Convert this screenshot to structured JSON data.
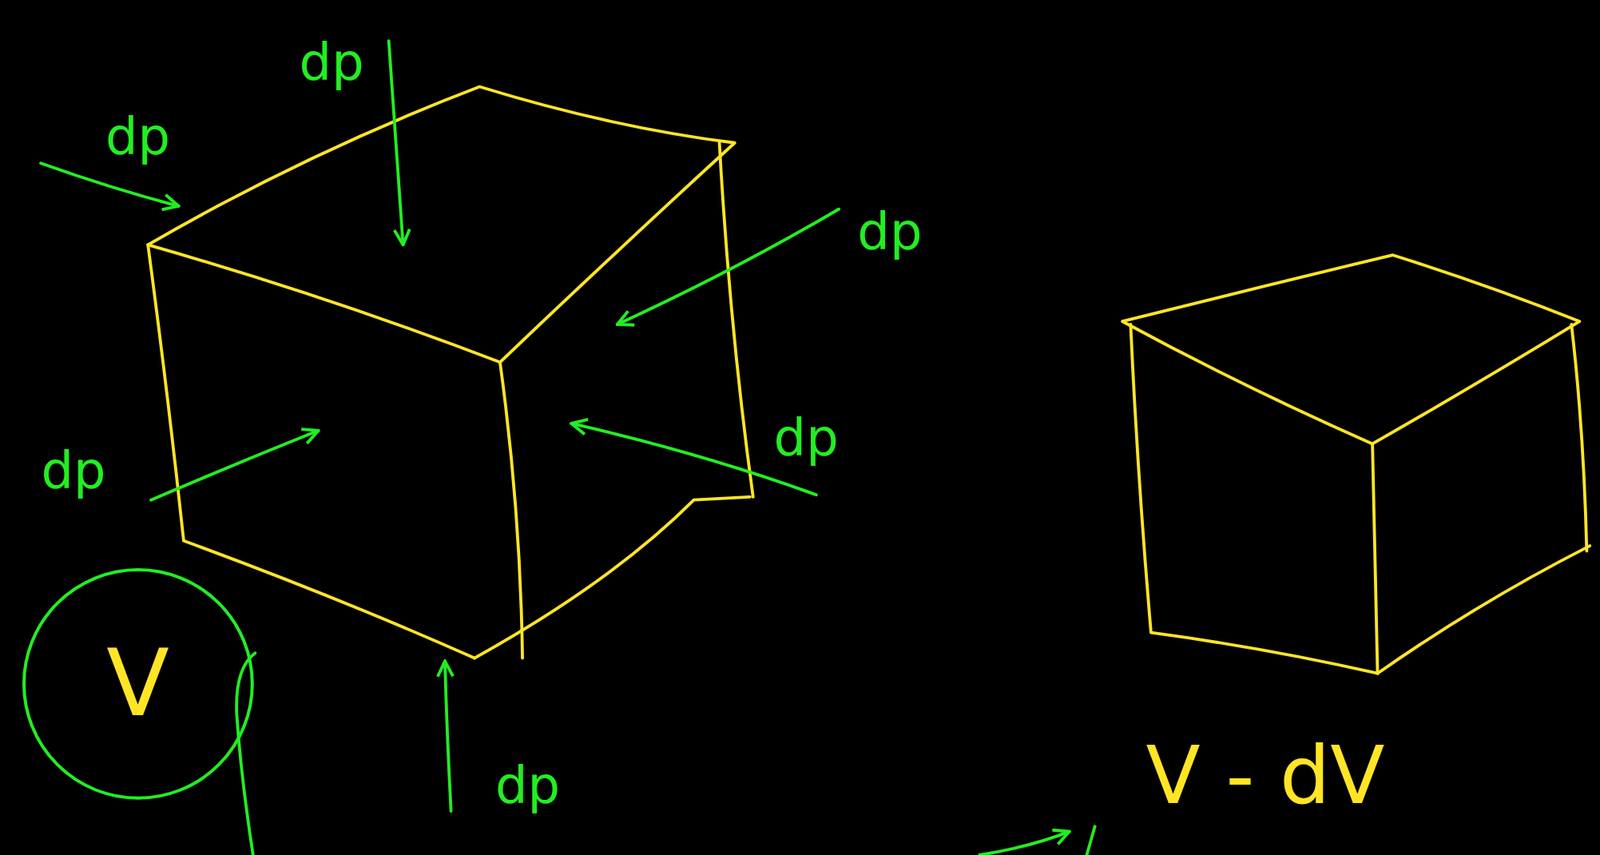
{
  "diagram": {
    "nodes": [
      {
        "text": [
          "V"
        ]
      }
    ],
    "labels": [
      "dp",
      "dp",
      "dp",
      "dp",
      "dp",
      "dp",
      "V - dV"
    ]
  }
}
